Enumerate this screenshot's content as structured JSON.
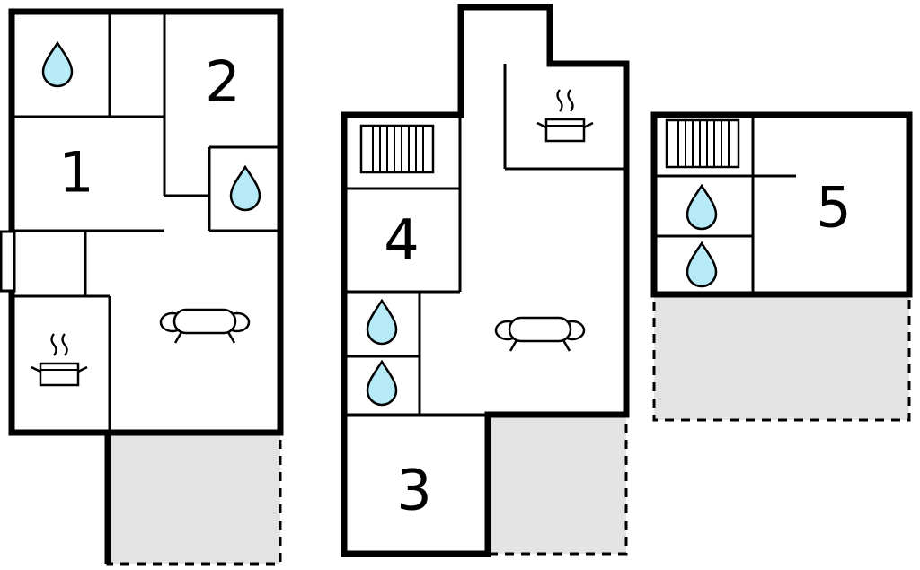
{
  "diagram": {
    "type": "floor-plan",
    "description": "Three-section house floor plan with numbered rooms, bathrooms, kitchens, sofas and dashed terraces",
    "unit_count": 3
  },
  "colors": {
    "wall": "#000000",
    "background": "#ffffff",
    "water_drop_fill": "#b5eaf6",
    "terrace_fill": "#e3e3e3",
    "icon_fill": "#ffffff"
  },
  "rooms": {
    "room1": {
      "label": "1"
    },
    "room2": {
      "label": "2"
    },
    "room3": {
      "label": "3"
    },
    "room4": {
      "label": "4"
    },
    "room5": {
      "label": "5"
    }
  },
  "floors": {
    "left": {
      "name": "floor-plan-left",
      "room_labels": [
        "1",
        "2"
      ],
      "icons": [
        "water-drop",
        "water-drop",
        "stove-with-steam",
        "sofa"
      ],
      "features": [
        "entrance-door",
        "terrace"
      ]
    },
    "middle": {
      "name": "floor-plan-middle",
      "room_labels": [
        "3",
        "4"
      ],
      "icons": [
        "radiator-hatch",
        "stove-with-steam",
        "water-drop",
        "water-drop",
        "sofa"
      ],
      "features": [
        "terrace"
      ]
    },
    "right": {
      "name": "floor-plan-right",
      "room_labels": [
        "5"
      ],
      "icons": [
        "radiator-hatch",
        "water-drop",
        "water-drop"
      ],
      "features": [
        "terrace"
      ]
    }
  }
}
